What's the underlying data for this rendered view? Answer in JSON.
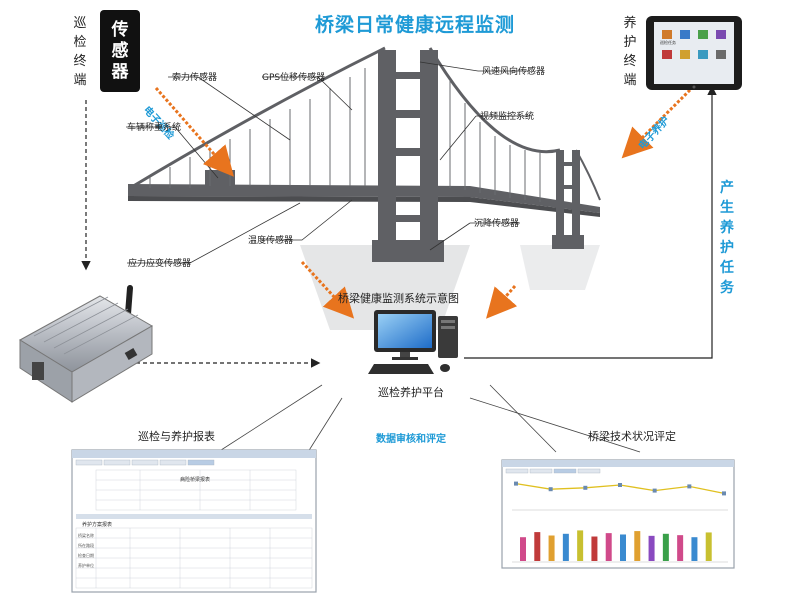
{
  "title": "桥梁日常健康远程监测",
  "left_terminal": "巡检终端",
  "right_terminal": "养护终端",
  "sensor_box": "传感器",
  "arrow_left": "电子巡检",
  "arrow_right": "电子养护",
  "task_label": "产生养护任务",
  "schematic_label": "桥梁健康监测系统示意图",
  "platform_label": "巡检养护平台",
  "report_label": "巡检与养护报表",
  "review_label": "数据审核和评定",
  "assessment_label": "桥梁技术状况评定",
  "tablet_icon_label": "巡检任务",
  "sensors": {
    "cable": "索力传感器",
    "gps": "GPS位移传感器",
    "wind": "风速风向传感器",
    "weigh": "车辆称重系统",
    "video": "视频监控系统",
    "settle": "沉降传感器",
    "temp": "温度传感器",
    "strain": "应力应变传感器"
  },
  "report": {
    "header_title": "病险桥梁报表",
    "section_title": "养护方案报表",
    "rows": [
      "桥梁名称",
      "所在路段",
      "检查日期",
      "养护单位"
    ]
  },
  "assessment": {
    "line_chart": [
      3.2,
      2.4,
      2.6,
      3.0,
      2.2,
      2.8,
      1.8
    ],
    "bar_values": [
      0.7,
      0.85,
      0.75,
      0.8,
      0.9,
      0.72,
      0.82,
      0.78,
      0.88,
      0.74,
      0.8,
      0.76,
      0.7,
      0.84
    ],
    "bar_colors": [
      "#d04a8a",
      "#c03a3a",
      "#e0a030",
      "#3a8ad0",
      "#c8c030",
      "#c03a3a",
      "#d04a8a",
      "#3a8ad0",
      "#e0a030",
      "#8a4ac0",
      "#3aa04a",
      "#d04a8a",
      "#3a8ad0",
      "#c8c030"
    ]
  },
  "colors": {
    "accent": "#1e9ad6",
    "arrow_orange": "#e8741e",
    "bridge": "#5f6064",
    "dark": "#222222"
  }
}
